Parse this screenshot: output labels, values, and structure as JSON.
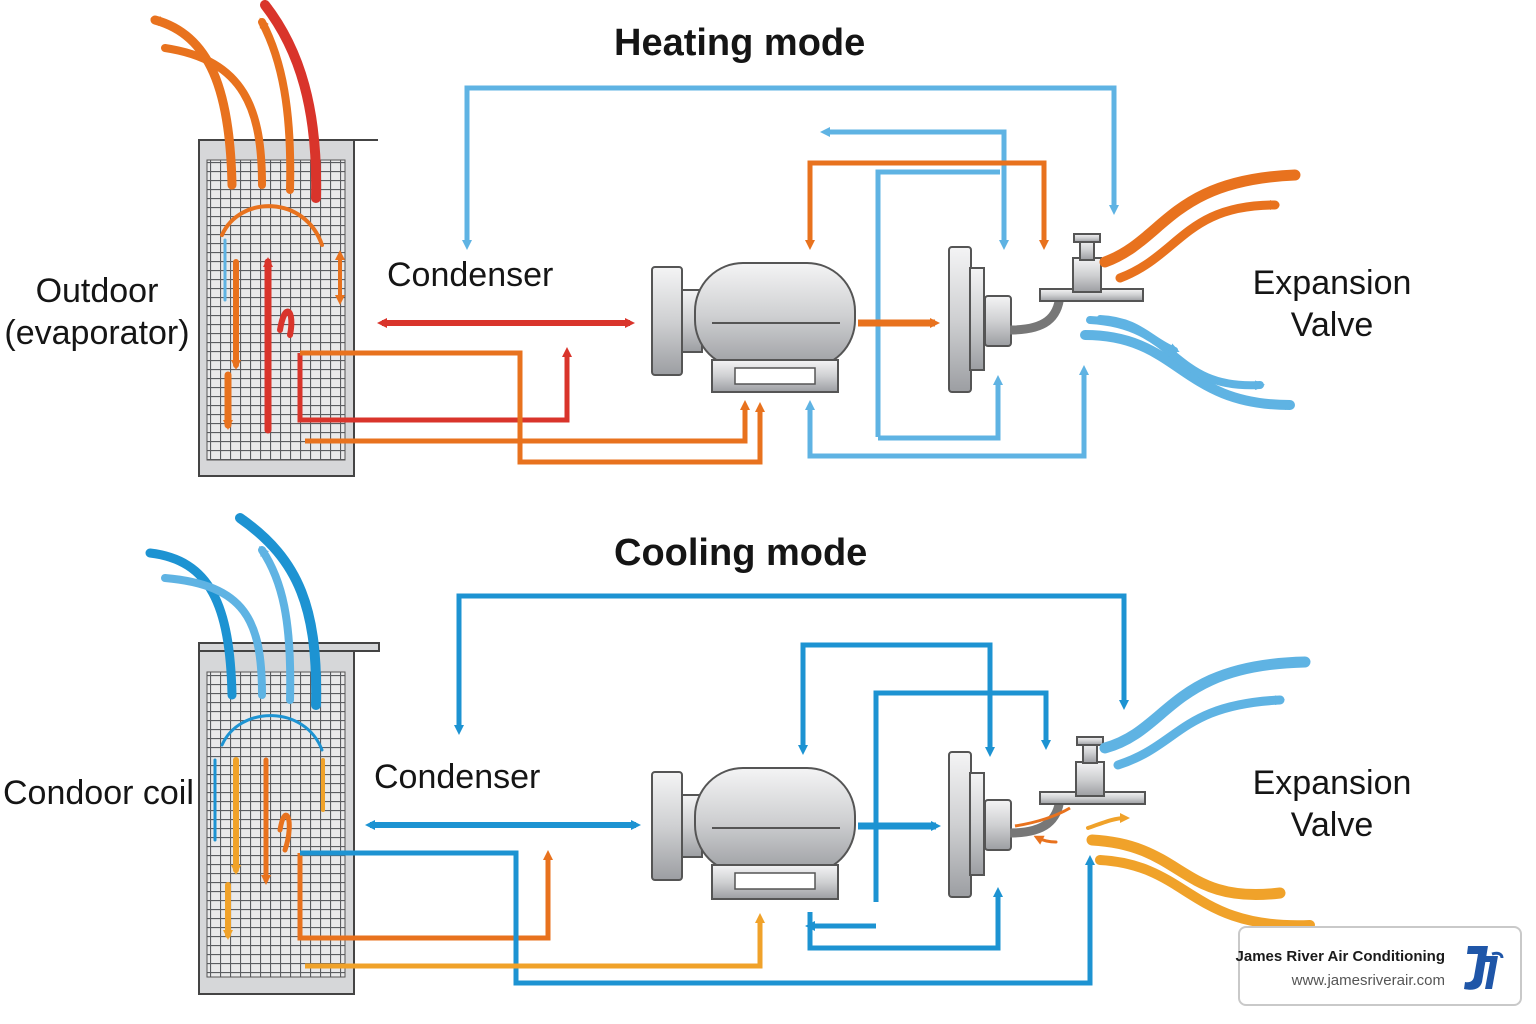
{
  "colors": {
    "hot": "#d9342b",
    "warm": "#e8721e",
    "amber": "#f0a22a",
    "cold": "#1d93d2",
    "coldLight": "#5fb3e3",
    "metal": "#cfd0d2",
    "brand": "#1f56a8"
  },
  "heating": {
    "title": "Heating mode",
    "coil_label": "Outdoor\n(evaporator)",
    "condenser_label": "Condenser",
    "valve_label": "Expansion\nValve"
  },
  "cooling": {
    "title": "Cooling mode",
    "coil_label": "Condoor coil",
    "condenser_label": "Condenser",
    "valve_label": "Expansion\nValve"
  },
  "brand": {
    "name": "James River Air Conditioning",
    "url": "www.jamesriverair.com",
    "logo_letters": "JR"
  }
}
